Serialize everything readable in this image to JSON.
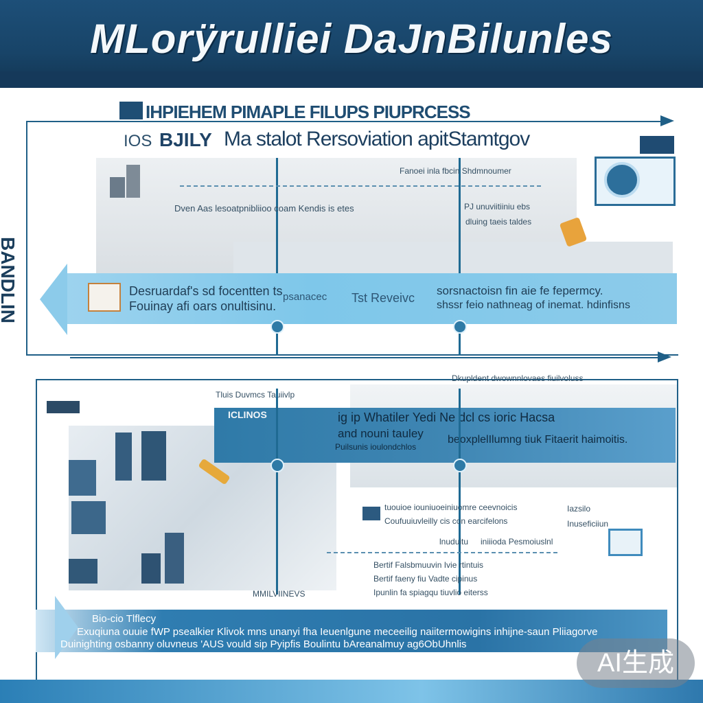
{
  "header": {
    "title": "MLorÿrulliei DaJnBilunles"
  },
  "section1": {
    "heading": "IHPIEHEM PIMAPLE FILUPS PIUPRCESS",
    "subheading_left": "IOS",
    "subheading_mid": "BJILY",
    "subheading_main": "Ma stalot Rersoviation apitStamtgov",
    "side_label": "BANDLIN",
    "note_top_right": "Fanoei inla fbcin Shdmnoumer",
    "note_left": "Dven Aas lesoatpnibliioo coam Kendis is etes",
    "note_right_1": "PJ unuviitiiniu ebs",
    "note_right_2": "dluing taeis taldes",
    "band_left_1": "Desruardaf's sd focentten ts",
    "band_left_2": "Fouinay afi oars onultisinu.",
    "band_mid_1": "psanacec",
    "band_mid_2": "Tst Reveivc",
    "band_right_1": "sorsnactoisn fin aie fe fepermcy.",
    "band_right_2": "shssr feio nathneag of inemat. hdinfisns"
  },
  "section2": {
    "note_top": "Dkupldent dwownnlovaes fiuilvoluss",
    "note_left": "Tluis Duvmcs Tauiivlp",
    "band_1": "ig ip Whatiler Yedi Ne dcl cs   ioric Hacsa",
    "band_2": "and nouni tauley",
    "band_3": "beoxplelIlumng tiuk Fitaerit haimoitis.",
    "band_4": "Puilsunis ioulondchlos",
    "mini_label": "ICLINOS",
    "note_mid_1": "tuouioe iouniuoeiniuomre ceevnoicis",
    "note_mid_2": "Coufuuiuvleilly cis con earcifelons",
    "note_mid_3": "lnuduitu",
    "note_mid_4": "iniiioda Pesmoiuslnl",
    "note_r1": "Iazsilo",
    "note_r2": "Inuseficiiun",
    "list_1": "Bertif Falsbmuuvin   Ivie rtintuis",
    "list_2": "Bertif faeny fiu   Vadte cipinus",
    "list_3": "Ipunlin fa spiagqu   tiuvlio eiterss",
    "bottom_label": "MMILVIINEVS",
    "footer_1": "Bio-cio Tlflecy",
    "footer_2": "Exuqiuna ouuie fWP psealkier Klivok mns unanyi fha Ieuenlgune meceeilig naiitermowigins inhijne-saun Pliiagorve",
    "footer_3": "Duinighting osbanny oluvneus 'AUS vould sip Pyipfis Boulintu bAreanalmuy ag6ObUhnlis"
  },
  "watermark": "AI生成"
}
